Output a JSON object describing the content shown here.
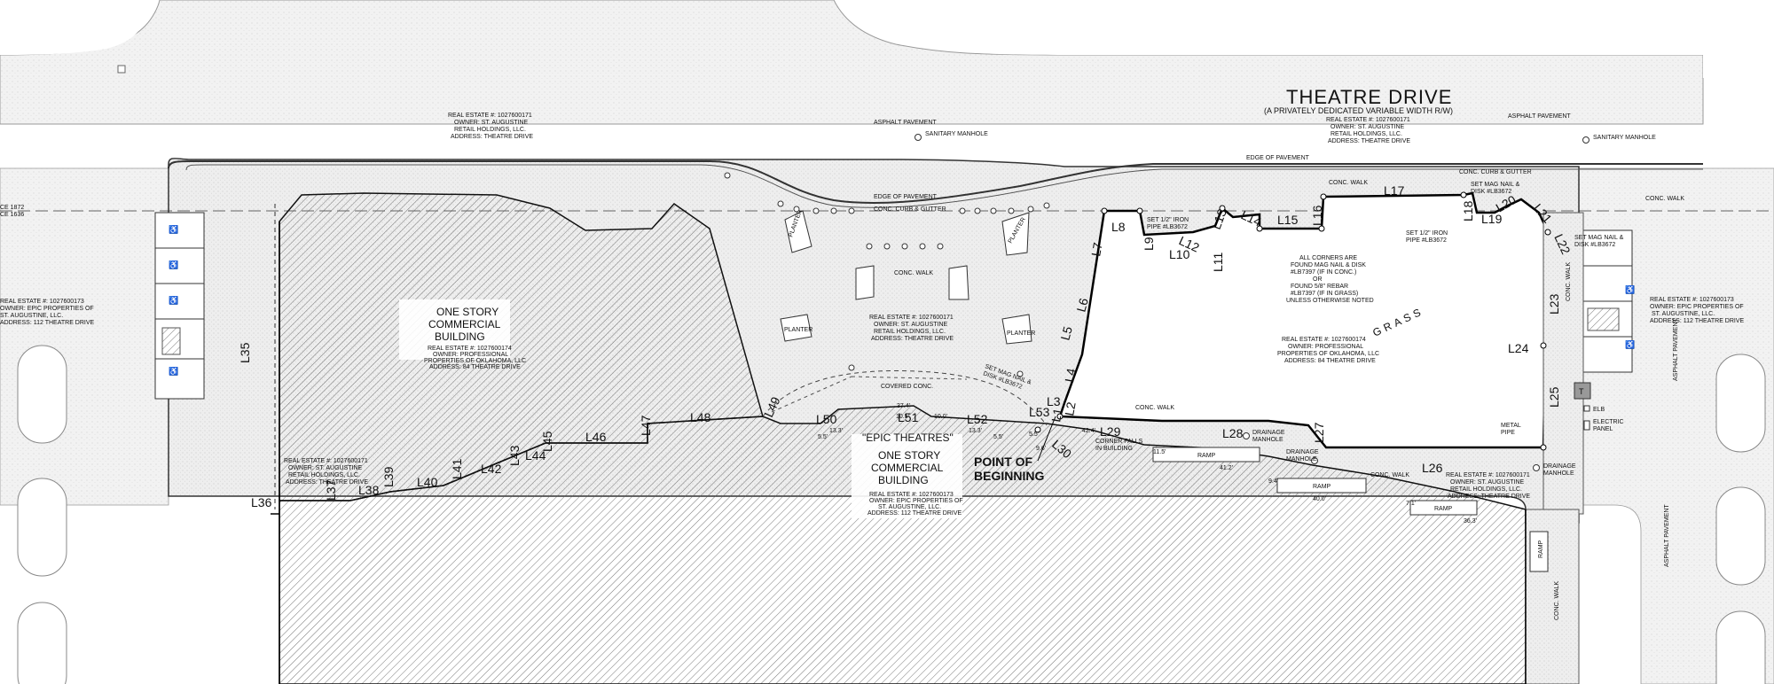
{
  "street": {
    "name": "THEATRE DRIVE",
    "subtitle": "(A PRIVATELY DEDICATED VARIABLE WIDTH R/W)",
    "asphalt_left": "ASPHALT PAVEMENT",
    "asphalt_right": "ASPHALT PAVEMENT",
    "sanitary_1": "SANITARY MANHOLE",
    "sanitary_2": "SANITARY MANHOLE",
    "edge_top": "EDGE OF PAVEMENT",
    "edge_mid": "EDGE OF PAVEMENT",
    "curb_top": "CONC. CURB & GUTTER",
    "curb_mid": "CONC. CURB & GUTTER"
  },
  "parcels": {
    "owner_top_left": [
      "REAL ESTATE #: 1027600171",
      "OWNER: ST. AUGUSTINE",
      "RETAIL HOLDINGS, LLC.",
      "ADDRESS: THEATRE DRIVE"
    ],
    "owner_top_right": [
      "REAL ESTATE #: 1027600171",
      "OWNER: ST. AUGUSTINE",
      "RETAIL HOLDINGS, LLC.",
      "ADDRESS: THEATRE DRIVE"
    ],
    "owner_center": [
      "REAL ESTATE #: 1027600171",
      "OWNER: ST. AUGUSTINE",
      "RETAIL HOLDINGS, LLC.",
      "ADDRESS: THEATRE DRIVE"
    ],
    "owner_bottom_left": [
      "REAL ESTATE #: 1027600171",
      "OWNER: ST. AUGUSTINE",
      "RETAIL HOLDINGS, LLC.",
      "ADDRESS: THEATRE DRIVE"
    ],
    "owner_bottom_right": [
      "REAL ESTATE #: 1027600171",
      "OWNER: ST. AUGUSTINE",
      "RETAIL HOLDINGS, LLC.",
      "ADDRESS: THEATRE DRIVE"
    ],
    "owner_left_edge": [
      "REAL ESTATE #: 1027600173",
      "OWNER: EPIC PROPERTIES OF",
      "ST. AUGUSTINE, LLC.",
      "ADDRESS: 112 THEATRE DRIVE"
    ],
    "owner_right_edge": [
      "REAL ESTATE #: 1027600173",
      "OWNER: EPIC PROPERTIES OF",
      "ST. AUGUSTINE, LLC.",
      "ADDRESS: 112 THEATRE DRIVE"
    ],
    "subject_parcel": [
      "REAL ESTATE #: 1027600174",
      "OWNER: PROFESSIONAL",
      "PROPERTIES OF OKLAHOMA, LLC",
      "ADDRESS: 84 THEATRE DRIVE"
    ],
    "building_left": {
      "title": [
        "ONE STORY",
        "COMMERCIAL",
        "BUILDING"
      ],
      "info": [
        "REAL ESTATE #: 1027600174",
        "OWNER: PROFESSIONAL",
        "PROPERTIES OF OKLAHOMA, LLC",
        "ADDRESS: 84 THEATRE DRIVE"
      ]
    },
    "building_epic": {
      "name": "\"EPIC THEATRES\"",
      "title": [
        "ONE STORY",
        "COMMERCIAL",
        "BUILDING"
      ],
      "info": [
        "REAL ESTATE #: 1027600173",
        "OWNER: EPIC PROPERTIES OF",
        "ST. AUGUSTINE, LLC.",
        "ADDRESS: 112 THEATRE DRIVE"
      ]
    }
  },
  "notes": {
    "corners": [
      "ALL CORNERS ARE",
      "FOUND MAG NAIL & DISK",
      "#LB7397 (IF IN CONC.)",
      "OR",
      "FOUND 5/8\" REBAR",
      "#LB7397 (IF IN GRASS)",
      "UNLESS OTHERWISE NOTED"
    ],
    "grass": "GRASS",
    "pob": [
      "POINT OF",
      "BEGINNING"
    ],
    "iron_pipe_1": [
      "SET 1/2\" IRON",
      "PIPE #LB3672"
    ],
    "iron_pipe_2": [
      "SET 1/2\" IRON",
      "PIPE #LB3672"
    ],
    "mag_nail_1": [
      "SET MAG NAIL &",
      "DISK #LB3672"
    ],
    "mag_nail_2": [
      "SET MAG NAIL &",
      "DISK #LB3672"
    ],
    "mag_nail_3": [
      "SET MAG NAIL &",
      "DISK #LB3672"
    ],
    "covered_conc": "COVERED CONC.",
    "corner_falls": [
      "CORNER FALLS",
      "IN BUILDING"
    ],
    "metal_pipe": [
      "METAL",
      "PIPE"
    ],
    "elb": "ELB",
    "electric_panel": [
      "ELECTRIC",
      "PANEL"
    ],
    "drainage_1": [
      "DRAINAGE",
      "MANHOLE"
    ],
    "drainage_2": [
      "DRAINAGE",
      "MANHOLE"
    ],
    "drainage_3": [
      "DRAINAGE",
      "MANHOLE"
    ],
    "conc_walk": "CONC. WALK",
    "ramp": "RAMP",
    "planter": "PLANTER",
    "transformer": "T",
    "left_cut_1": "CE 1872",
    "left_cut_2": "CE 1636"
  },
  "dimensions": [
    "37.4'",
    "13.3'",
    "13.3'",
    "10.5'",
    "10.0'",
    "5.5'",
    "5.5'",
    "9.6'",
    "42.4'",
    "41.2'",
    "40.0'",
    "36.3'",
    "11.5'",
    "9.4'",
    "7.1'",
    "5.5'"
  ],
  "course_labels": {
    "L1": "L1",
    "L2": "L2",
    "L3": "L3",
    "L4": "L4",
    "L5": "L5",
    "L6": "L6",
    "L7": "L7",
    "L8": "L8",
    "L9": "L9",
    "L10": "L10",
    "L11": "L11",
    "L12": "L12",
    "L13": "L13",
    "L14": "L14",
    "L15": "L15",
    "L16": "L16",
    "L17": "L17",
    "L18": "L18",
    "L19": "L19",
    "L20": "L20",
    "L21": "L21",
    "L22": "L22",
    "L23": "L23",
    "L24": "L24",
    "L25": "L25",
    "L26": "L26",
    "L27": "L27",
    "L28": "L28",
    "L29": "L29",
    "L30": "L30",
    "L35": "L35",
    "L36": "L36",
    "L37": "L37",
    "L38": "L38",
    "L39": "L39",
    "L40": "L40",
    "L41": "L41",
    "L42": "L42",
    "L43": "L43",
    "L44": "L44",
    "L45": "L45",
    "L46": "L46",
    "L47": "L47",
    "L48": "L48",
    "L49": "L49",
    "L50": "L50",
    "L51": "L51",
    "L52": "L52",
    "L53": "L53"
  }
}
